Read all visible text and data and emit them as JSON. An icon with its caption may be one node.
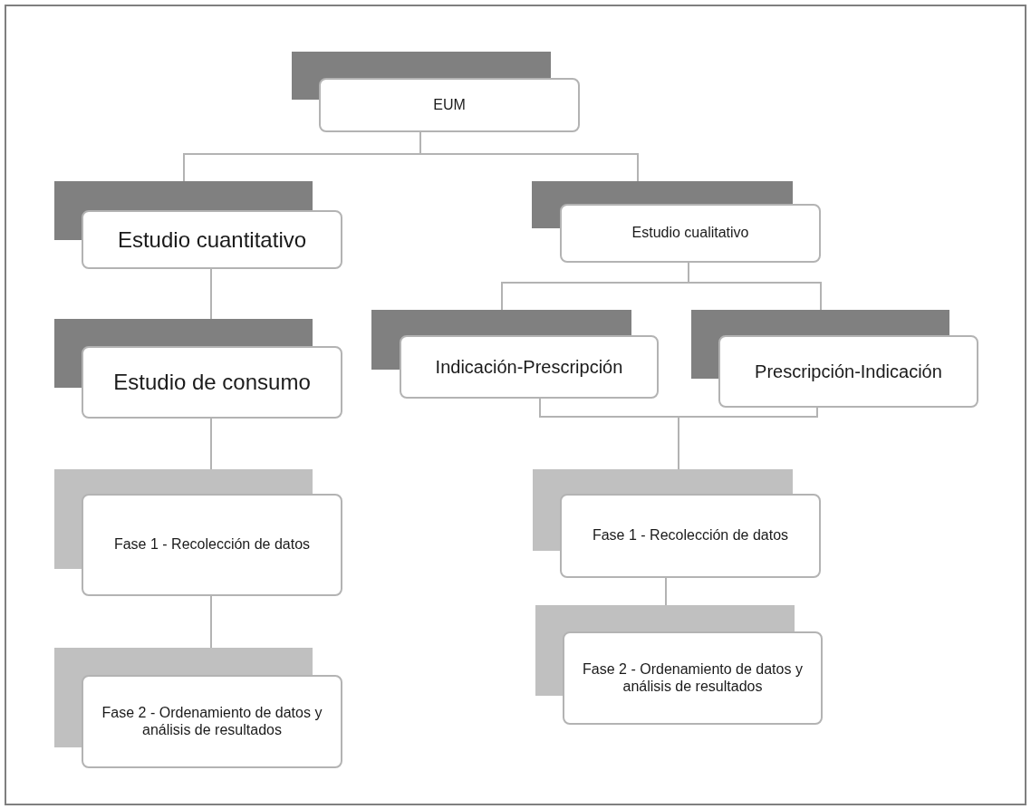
{
  "diagram": {
    "nodes": [
      {
        "text": [
          "EUM"
        ]
      },
      {
        "text": [
          "Estudio cuantitativo"
        ]
      },
      {
        "text": [
          "Estudio cualitativo"
        ]
      },
      {
        "text": [
          "Estudio de consumo"
        ]
      },
      {
        "text": [
          "Indicación-Prescripción"
        ]
      },
      {
        "text": [
          "Prescripción-Indicación"
        ]
      },
      {
        "text": [
          "Fase 1 - Recolección de datos"
        ]
      },
      {
        "text": [
          "Fase 1 - Recolección de datos"
        ]
      },
      {
        "text": [
          "Fase 2 - Ordenamiento de datos y análisis de resultados"
        ]
      },
      {
        "text": [
          "Fase 2 - Ordenamiento de datos y análisis de resultados"
        ]
      }
    ],
    "edges": [
      {
        "from": 0,
        "to": 1,
        "arrow": "none"
      },
      {
        "from": 0,
        "to": 2,
        "arrow": "none"
      },
      {
        "from": 1,
        "to": 3,
        "arrow": "none"
      },
      {
        "from": 3,
        "to": 6,
        "arrow": "none"
      },
      {
        "from": 6,
        "to": 8,
        "arrow": "none"
      },
      {
        "from": 2,
        "to": 4,
        "arrow": "none"
      },
      {
        "from": 2,
        "to": 5,
        "arrow": "none"
      },
      {
        "from": 4,
        "to": 7,
        "arrow": "none"
      },
      {
        "from": 5,
        "to": 7,
        "arrow": "none"
      },
      {
        "from": 7,
        "to": 9,
        "arrow": "none"
      }
    ]
  }
}
